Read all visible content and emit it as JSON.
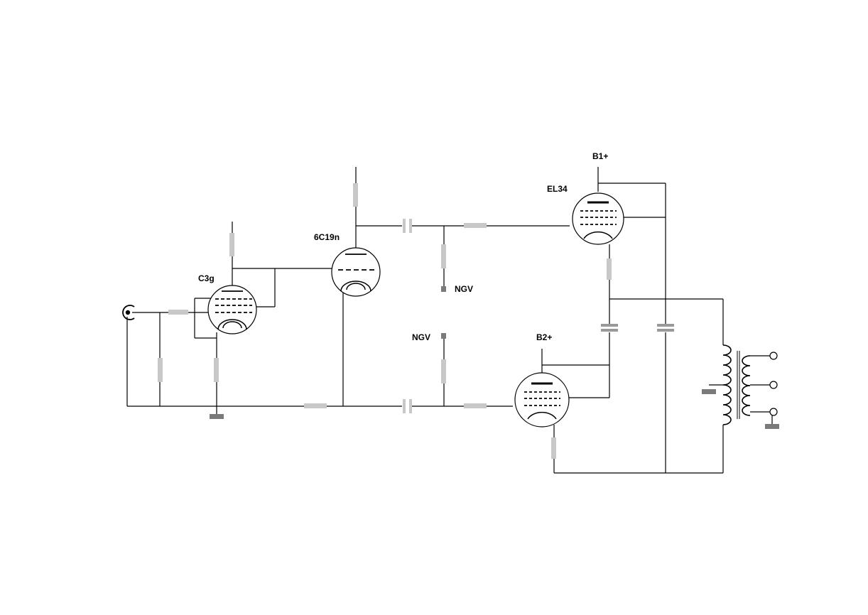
{
  "labels": {
    "tube1": "C3g",
    "tube2": "6C19n",
    "tube3": "EL34",
    "b1": "B1+",
    "b2": "B2+",
    "ngv_upper": "NGV",
    "ngv_lower": "NGV"
  }
}
